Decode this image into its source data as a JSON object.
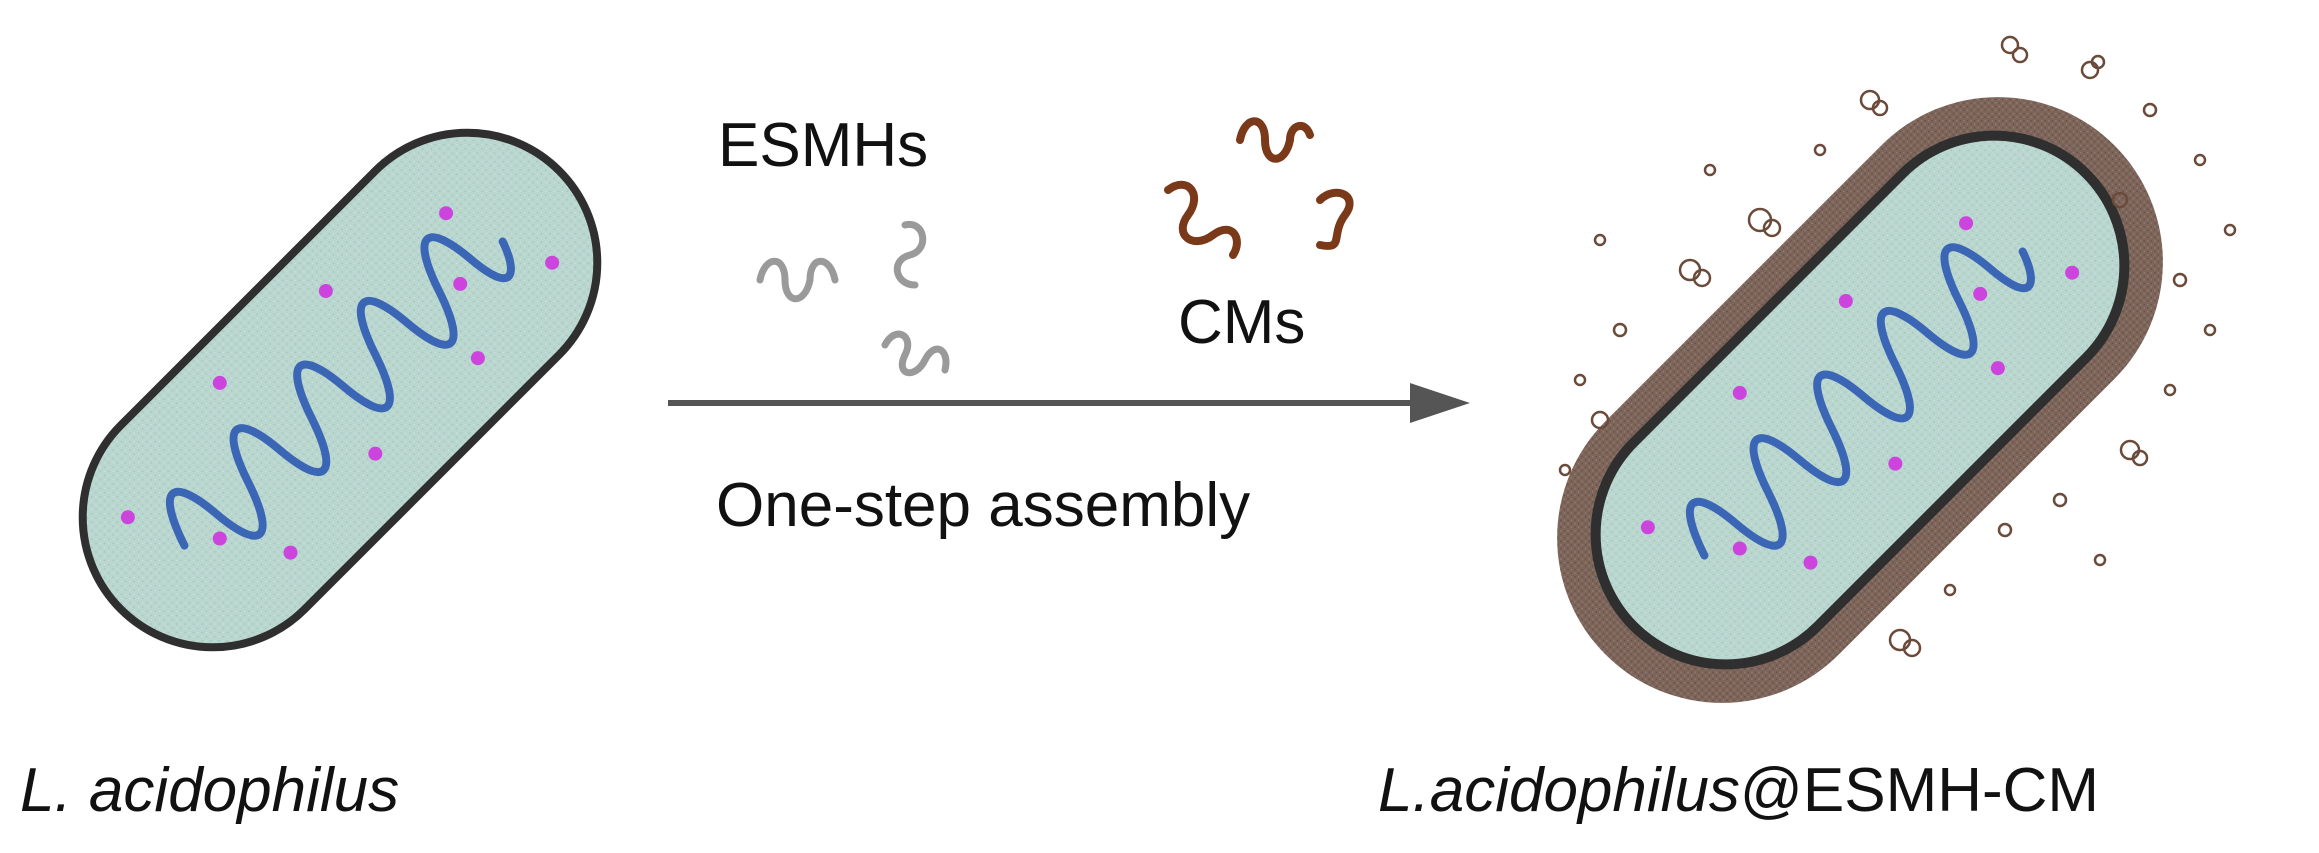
{
  "labels": {
    "left_italic": "L. acidophilus",
    "right_italic": "L.acidophilus",
    "right_suffix": "@ESMH-CM",
    "esmh": "ESMHs",
    "cm": "CMs",
    "process": "One-step assembly"
  },
  "colors": {
    "cytoplasm": "#b9d6cf",
    "membrane": "#2f2f2f",
    "dna": "#3a66b5",
    "granule": "#cc44dd",
    "esmh_strand": "#9a9a9a",
    "cm_strand": "#7a3a1a",
    "coating": "#7d655a",
    "arrow": "#555555",
    "particle": "#6b4a3a"
  }
}
